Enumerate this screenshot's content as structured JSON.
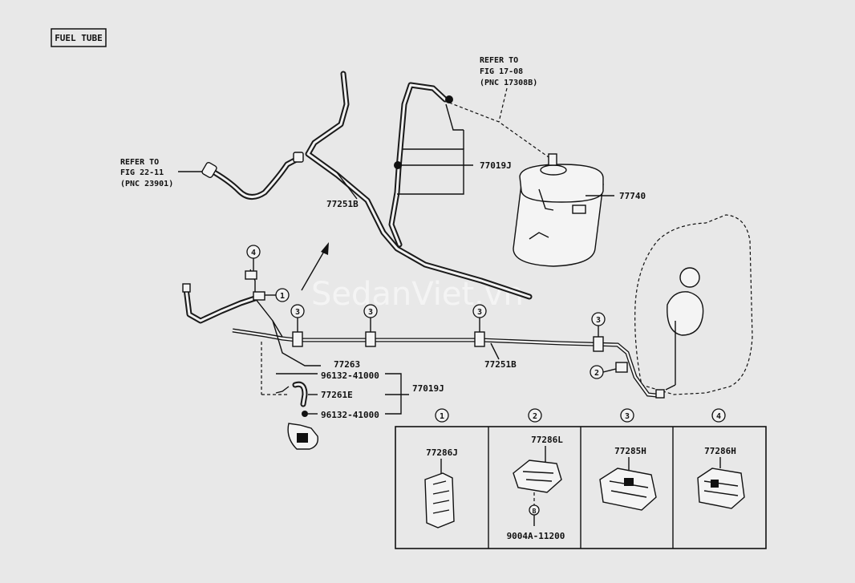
{
  "title": "FUEL TUBE",
  "refs": {
    "top": [
      "REFER TO",
      "FIG 17-08",
      "(PNC 17308B)"
    ],
    "left": [
      "REFER TO",
      "FIG 22-11",
      "(PNC 23901)"
    ]
  },
  "labels": {
    "hose_upper": "77251B",
    "valve_upper": "77019J",
    "canister": "77740",
    "tube_main": "77251B",
    "clamp_lower": "77263",
    "bolt_a": "96132-41000",
    "hose_lower": "77261E",
    "bolt_b": "96132-41000",
    "valve_lower": "77019J"
  },
  "callouts": {
    "c1": "1",
    "c2": "2",
    "c3": "3",
    "c4": "4"
  },
  "inset": {
    "cells": [
      {
        "num": "1",
        "part": "77286J"
      },
      {
        "num": "2",
        "part": "77286L",
        "extra": "9004A-11200",
        "screw": "B"
      },
      {
        "num": "3",
        "part": "77285H"
      },
      {
        "num": "4",
        "part": "77286H"
      }
    ]
  },
  "watermark": "SedanViet.vn"
}
